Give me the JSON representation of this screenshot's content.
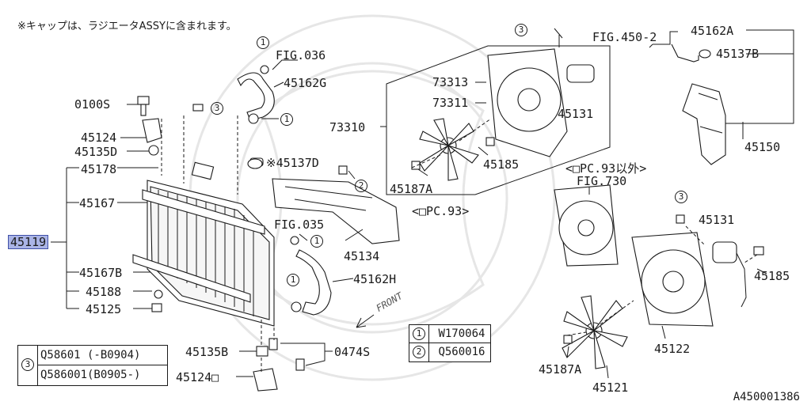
{
  "note": "※キャップは、ラジエータASSYに含まれます。",
  "diagram_id": "A450001386",
  "highlighted_part": "45119",
  "labels": {
    "p0100s": "0100S",
    "p45124": "45124",
    "p45135d": "45135D",
    "p45178": "45178",
    "p45167": "45167",
    "p45119": "45119",
    "p45167b": "45167B",
    "p45188": "45188",
    "p45125": "45125",
    "p45135b": "45135B",
    "p45124d": "45124□",
    "p0474s": "0474S",
    "fig036": "FIG.036",
    "p45162g": "45162G",
    "p45137d": "※45137D",
    "fig035": "FIG.035",
    "p45134": "45134",
    "p45162h": "45162H",
    "front": "FRONT",
    "p73313": "73313",
    "p73311": "73311",
    "p73310": "73310",
    "p45131a": "45131",
    "p45185a": "45185",
    "p45187a1": "45187A",
    "opc93": "<□PC.93>",
    "fig450": "FIG.450-2",
    "p45162a": "45162A",
    "p45137b": "45137B",
    "p45150": "45150",
    "opc93ex": "<□PC.93以外>",
    "fig730": "FIG.730",
    "p45131b": "45131",
    "p45185b": "45185",
    "p45122": "45122",
    "p45187a2": "45187A",
    "p45121": "45121"
  },
  "callouts": {
    "c1": "1",
    "c2": "2",
    "c3": "3"
  },
  "fastener_legend": [
    {
      "num": "1",
      "code": "W170064"
    },
    {
      "num": "2",
      "code": "Q560016"
    }
  ],
  "variant_legend": {
    "num": "3",
    "rows": [
      "Q58601 (-B0904)",
      "Q586001(B0905-)"
    ]
  }
}
